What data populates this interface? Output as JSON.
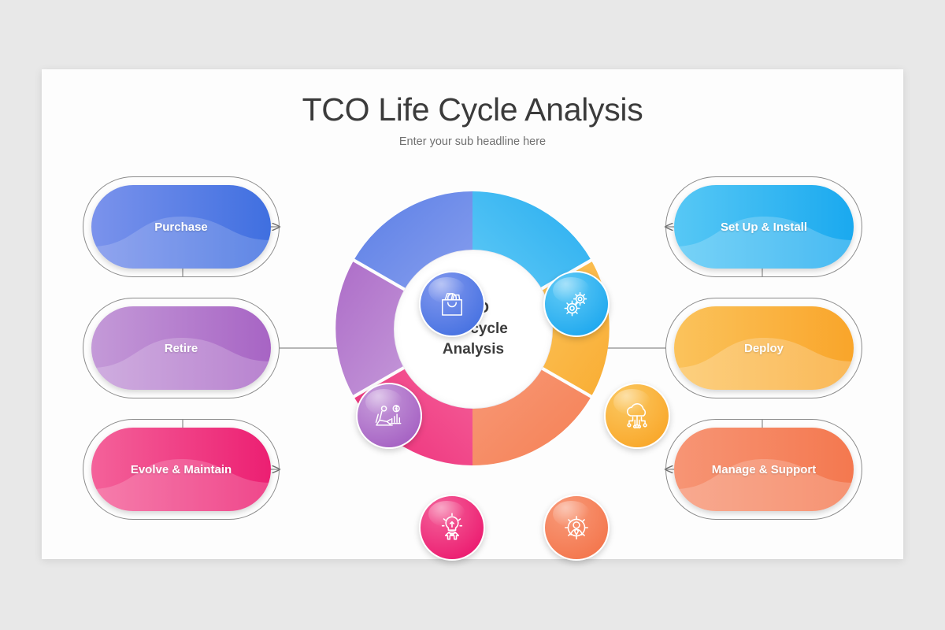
{
  "slide": {
    "title": "TCO Life Cycle Analysis",
    "subtitle": "Enter your sub headline here",
    "background_color": "#e8e8e8",
    "card_color": "#fdfdfd"
  },
  "hub": {
    "line1": "TCO",
    "line2": "Life-cycle",
    "line3": "Analysis"
  },
  "stages": [
    {
      "id": "purchase",
      "label": "Purchase",
      "side": "left",
      "row": 1,
      "icon": "shopping-bag-icon",
      "color_from": "#7b93ec",
      "color_to": "#3f6fe0",
      "segment_from": "#8aa0ee",
      "segment_to": "#5b7fe6",
      "bubble_from": "#8298ee",
      "bubble_to": "#4a74e2"
    },
    {
      "id": "setup",
      "label": "Set Up & Install",
      "side": "right",
      "row": 1,
      "icon": "gears-icon",
      "color_from": "#57c8f5",
      "color_to": "#1aa9ef",
      "segment_from": "#62cbf6",
      "segment_to": "#28adf0",
      "bubble_from": "#62cbf6",
      "bubble_to": "#22aaef"
    },
    {
      "id": "deploy",
      "label": "Deploy",
      "side": "right",
      "row": 2,
      "icon": "cloud-network-icon",
      "color_from": "#fbc35c",
      "color_to": "#f9a52a",
      "segment_from": "#fbc660",
      "segment_to": "#f9ad33",
      "bubble_from": "#fbc861",
      "bubble_to": "#f9a92d"
    },
    {
      "id": "manage",
      "label": "Manage & Support",
      "side": "right",
      "row": 3,
      "icon": "person-gear-icon",
      "color_from": "#f79575",
      "color_to": "#f4784f",
      "segment_from": "#f89a79",
      "segment_to": "#f58054",
      "bubble_from": "#f89a79",
      "bubble_to": "#f4784f"
    },
    {
      "id": "evolve",
      "label": "Evolve & Maintain",
      "side": "left",
      "row": 3,
      "icon": "lightbulb-arrows-icon",
      "color_from": "#f4629a",
      "color_to": "#ec1f72",
      "segment_from": "#f4629a",
      "segment_to": "#ee2d79",
      "bubble_from": "#f4629a",
      "bubble_to": "#ec1f72"
    },
    {
      "id": "retire",
      "label": "Retire",
      "side": "left",
      "row": 2,
      "icon": "retirement-chair-icon",
      "color_from": "#c49ad8",
      "color_to": "#a764c4",
      "segment_from": "#c79ddb",
      "segment_to": "#ad6dc8",
      "bubble_from": "#c79ddb",
      "bubble_to": "#a764c4"
    }
  ],
  "connectors": {
    "color": "#8b8b8b",
    "arrow_direction_left": "right",
    "arrow_direction_right": "left"
  }
}
